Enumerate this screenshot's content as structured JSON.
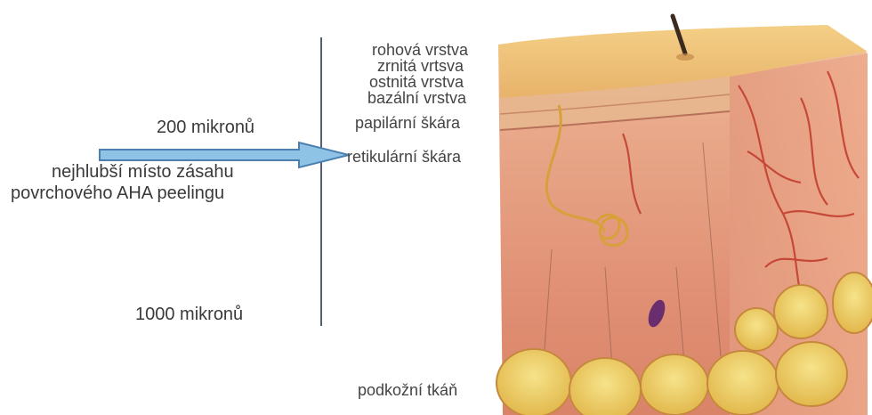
{
  "depth_marks": {
    "top": "200 mikronů",
    "bottom": "1000 mikronů"
  },
  "arrow_caption": {
    "line1": "nejhlubší místo zásahu",
    "line2": "povrchového AHA peelingu"
  },
  "layers": {
    "rohova": "rohová vrstva",
    "zrnita": "zrnitá vrtsva",
    "ostnita": "ostnitá vrstva",
    "bazalni": "bazální vrstva",
    "papilarni": "papilární škára",
    "retikularni": "retikulární škára",
    "podkozni": "podkožní tkáň"
  },
  "colors": {
    "arrow": "#8fc3e6",
    "arrow_outline": "#4a7fb0",
    "scale_line": "#556072"
  }
}
